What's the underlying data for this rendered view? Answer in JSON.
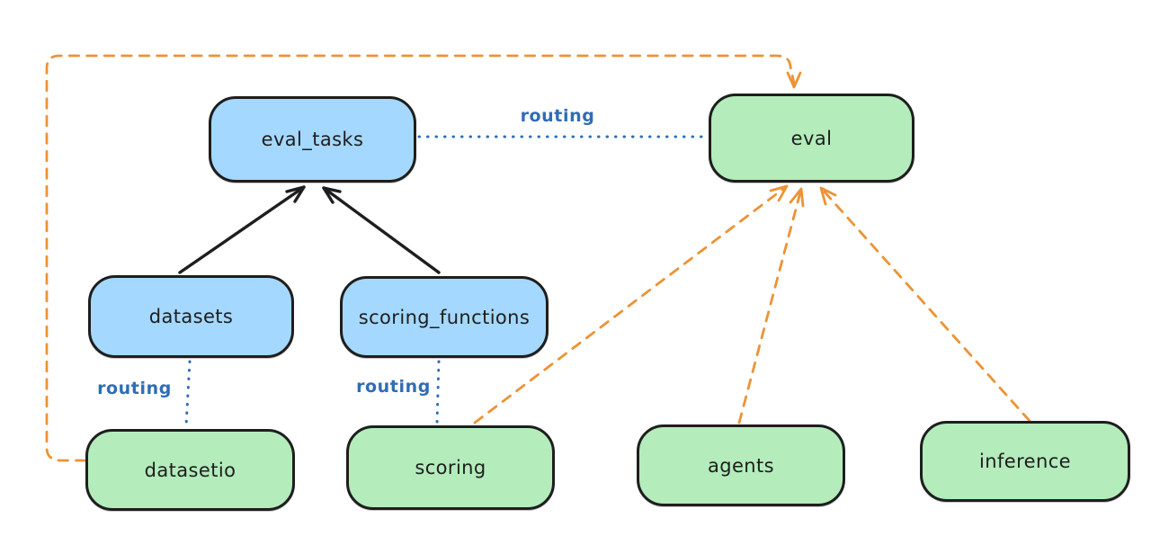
{
  "nodes": {
    "eval_tasks": {
      "label": "eval_tasks",
      "fill": "#a5d8ff"
    },
    "eval": {
      "label": "eval",
      "fill": "#b4ecbc"
    },
    "datasets": {
      "label": "datasets",
      "fill": "#a5d8ff"
    },
    "scoring_functions": {
      "label": "scoring_functions",
      "fill": "#a5d8ff"
    },
    "datasetio": {
      "label": "datasetio",
      "fill": "#b4ecbc"
    },
    "scoring": {
      "label": "scoring",
      "fill": "#b4ecbc"
    },
    "agents": {
      "label": "agents",
      "fill": "#b4ecbc"
    },
    "inference": {
      "label": "inference",
      "fill": "#b4ecbc"
    }
  },
  "edges": [
    {
      "from": "datasets",
      "to": "eval_tasks",
      "style": "solid",
      "color": "#1e1e1e",
      "arrow": true,
      "label": ""
    },
    {
      "from": "scoring_functions",
      "to": "eval_tasks",
      "style": "solid",
      "color": "#1e1e1e",
      "arrow": true,
      "label": ""
    },
    {
      "from": "eval_tasks",
      "to": "eval",
      "style": "dotted",
      "color": "#2f6db5",
      "arrow": false,
      "label": "routing"
    },
    {
      "from": "datasets",
      "to": "datasetio",
      "style": "dotted",
      "color": "#2f6db5",
      "arrow": false,
      "label": "routing"
    },
    {
      "from": "scoring_functions",
      "to": "scoring",
      "style": "dotted",
      "color": "#2f6db5",
      "arrow": false,
      "label": "routing"
    },
    {
      "from": "datasetio",
      "to": "eval",
      "style": "dashed",
      "color": "#ec9335",
      "arrow": true,
      "label": ""
    },
    {
      "from": "scoring",
      "to": "eval",
      "style": "dashed",
      "color": "#ec9335",
      "arrow": true,
      "label": ""
    },
    {
      "from": "agents",
      "to": "eval",
      "style": "dashed",
      "color": "#ec9335",
      "arrow": true,
      "label": ""
    },
    {
      "from": "inference",
      "to": "eval",
      "style": "dashed",
      "color": "#ec9335",
      "arrow": true,
      "label": ""
    }
  ],
  "colors": {
    "node_blue": "#a5d8ff",
    "node_green": "#b4ecbc",
    "stroke": "#1e1e1e",
    "routing_blue": "#2f6db5",
    "dashed_orange": "#ec9335",
    "background": "#ffffff"
  }
}
